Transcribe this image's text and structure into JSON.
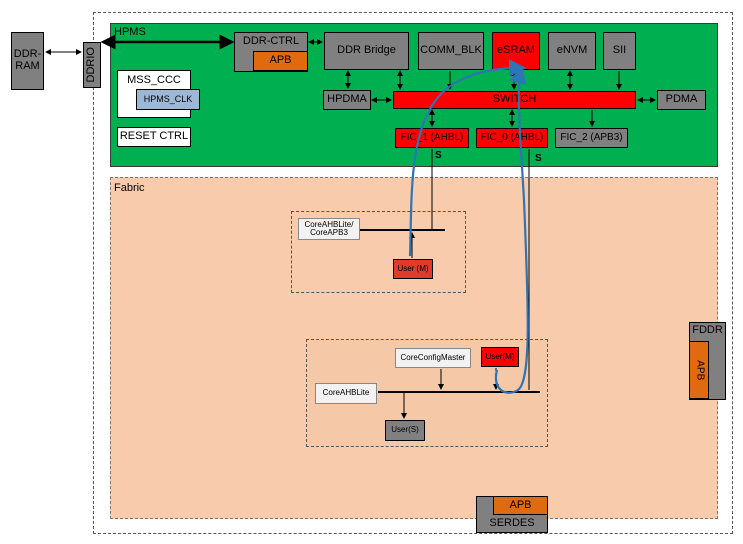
{
  "diagram": {
    "regions": {
      "hpms": "HPMS",
      "fabric": "Fabric"
    },
    "blocks": {
      "ddr_ram": "DDR-\nRAM",
      "ddrio": "DDRIO",
      "ddr_ctrl": "DDR-CTRL",
      "ddr_ctrl_apb": "APB",
      "ddr_bridge": "DDR Bridge",
      "comm_blk": "COMM_BLK",
      "esram": "eSRAM",
      "envm": "eNVM",
      "sii": "SII",
      "mss_ccc": "MSS_CCC",
      "hpms_clk": "HPMS_CLK",
      "hpdma": "HPDMA",
      "switch": "SWITCH",
      "pdma": "PDMA",
      "reset_ctrl": "RESET CTRL",
      "fic1": "FIC_1 (AHBL)",
      "fic0": "FIC_0 (AHBL)",
      "fic2": "FIC_2 (APB3)",
      "core_ahblite_apb3": "CoreAHBLite/\nCoreAPB3",
      "user_m1": "User (M)",
      "core_config_master": "CoreConfigMaster",
      "user_m2": "User(M)",
      "core_ahblite": "CoreAHBLite",
      "user_s": "User(S)",
      "fddr": "FDDR",
      "fddr_apb": "APB",
      "serdes_apb": "APB",
      "serdes": "SERDES"
    },
    "port_labels": {
      "fic1_s": "S",
      "fic0_s": "S"
    },
    "colors": {
      "hpms_green": "#00b050",
      "fabric_peach": "#f8cbad",
      "red": "#ff0000",
      "gray": "#808080",
      "orange": "#e06a10",
      "path_blue": "#2e75b6"
    }
  }
}
